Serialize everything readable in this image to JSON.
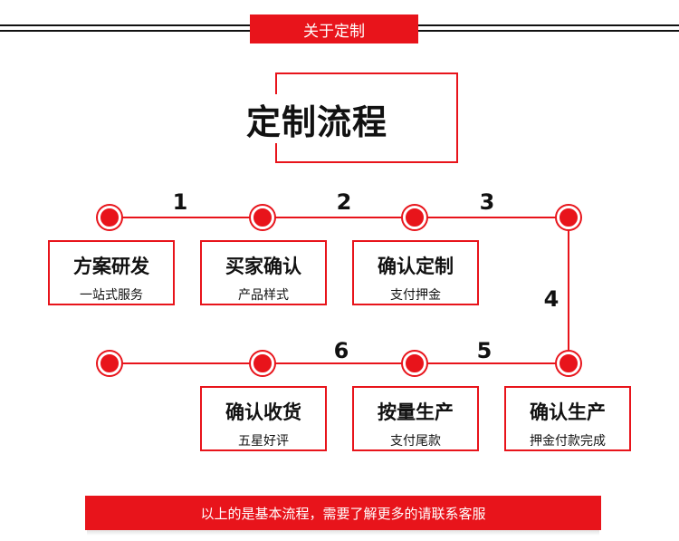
{
  "header": {
    "label": "关于定制"
  },
  "title": "定制流程",
  "steps": [
    {
      "number": "1",
      "title": "方案研发",
      "subtitle": "一站式服务"
    },
    {
      "number": "2",
      "title": "买家确认",
      "subtitle": "产品样式"
    },
    {
      "number": "3",
      "title": "确认定制",
      "subtitle": "支付押金"
    },
    {
      "number": "4",
      "title": "确认生产",
      "subtitle": "押金付款完成"
    },
    {
      "number": "5",
      "title": "按量生产",
      "subtitle": "支付尾款"
    },
    {
      "number": "6",
      "title": "确认收货",
      "subtitle": "五星好评"
    }
  ],
  "footer": {
    "text": "以上的是基本流程，需要了解更多的请联系客服"
  },
  "colors": {
    "accent": "#e8141b",
    "text": "#111111",
    "background": "#ffffff"
  }
}
